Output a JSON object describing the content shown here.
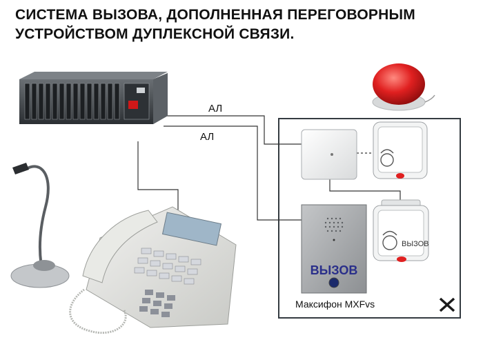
{
  "title": {
    "line1": "СИСТЕМА ВЫЗОВА, ДОПОЛНЕННАЯ ПЕРЕГОВОРНЫМ",
    "line2": "УСТРОЙСТВОМ ДУПЛЕКСНОЙ СВЯЗИ."
  },
  "lines": {
    "label_top": "АЛ",
    "label_bottom": "АЛ"
  },
  "devices": {
    "intercom_label": "Максифон MXFvs",
    "intercom_panel_text": "ВЫЗОВ",
    "call_button_text": "ВЫЗОВ"
  },
  "colors": {
    "wire": "#333333",
    "panel_border": "#333a40",
    "lamp_red": "#e02020",
    "intercom_text_blue": "#2a2f8a"
  },
  "icons": {
    "brand_logo": "maxifone-logo-icon"
  }
}
